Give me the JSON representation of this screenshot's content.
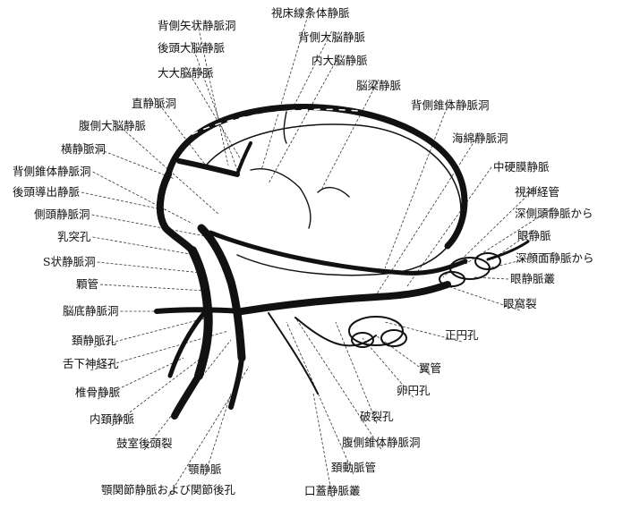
{
  "figure": {
    "labels_top": [
      "背側矢状静脈洞",
      "視床線条体静脈",
      "後頭大脳静脈",
      "背側大脳静脈",
      "大大脳静脈",
      "内大脳静脈",
      "脳梁静脈"
    ],
    "labels_left": [
      "直静脈洞",
      "腹側大脳静脈",
      "横静脈洞",
      "背側錐体静脈洞",
      "後頭導出静脈",
      "側頭静脈洞",
      "乳突孔",
      "S状静脈洞",
      "顆管",
      "脳底静脈洞",
      "頚静脈孔",
      "舌下神経孔",
      "椎骨静脈",
      "内頚静脈",
      "鼓室後頭裂"
    ],
    "labels_bottom": [
      "顎静脈",
      "顎関節静脈および関節後孔",
      "頚動脈管",
      "口蓋静脈叢"
    ],
    "labels_right": [
      "背側錐体静脈洞",
      "海綿静脈洞",
      "中硬膜静脈",
      "視神経管",
      "深側頭静脈から",
      "眼静脈",
      "深顔面静脈から",
      "眼静脈叢",
      "眼窩裂",
      "正円孔",
      "翼管",
      "卵円孔",
      "破裂孔",
      "腹側錐体静脈洞"
    ],
    "colors": {
      "ink": "#111111",
      "background": "#ffffff",
      "leader": "#333333"
    }
  }
}
